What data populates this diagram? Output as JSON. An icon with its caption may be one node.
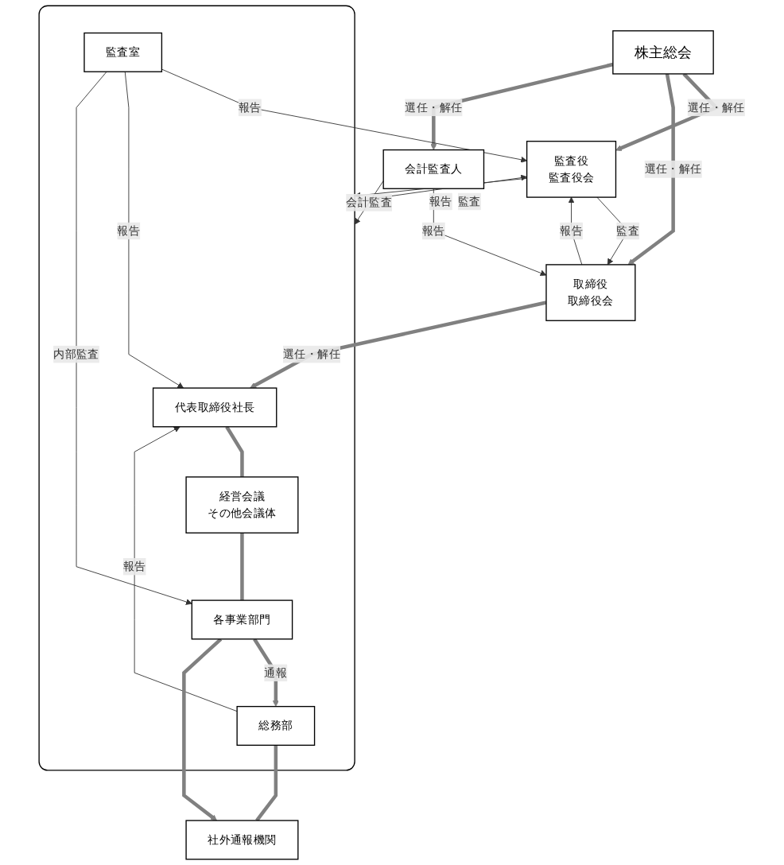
{
  "diagram": {
    "nodes": [
      {
        "text": [
          "株主総会"
        ]
      },
      {
        "text": [
          "監査役",
          "監査役会"
        ]
      },
      {
        "text": [
          "取締役",
          "取締役会"
        ]
      },
      {
        "text": [
          "会計監査人"
        ]
      },
      {
        "text": [],
        "shape": "box"
      },
      {
        "text": [
          "監査室"
        ],
        "in": 4
      },
      {
        "text": [
          "代表取締役社長"
        ],
        "in": 4
      },
      {
        "text": [
          "経営会議",
          "その他会議体"
        ],
        "in": 4
      },
      {
        "text": [
          "各事業部門"
        ],
        "in": 4
      },
      {
        "text": [
          "総務部"
        ],
        "in": 4
      },
      {
        "text": [
          "社外通報機関"
        ]
      }
    ],
    "edges": [
      {
        "from": 0,
        "to": 1,
        "arrow": "to",
        "label": "選任・解任",
        "style": "thick",
        "color": "#808080"
      },
      {
        "from": 0,
        "to": 2,
        "arrow": "to",
        "label": "選任・解任",
        "style": "thick",
        "color": "#808080"
      },
      {
        "from": 0,
        "to": 3,
        "arrow": "to",
        "label": "選任・解任",
        "style": "thick",
        "color": "#808080"
      },
      {
        "from": 2,
        "to": 1,
        "arrow": "to",
        "label": "報告"
      },
      {
        "from": 1,
        "to": 2,
        "arrow": "to",
        "label": "監査"
      },
      {
        "from": 3,
        "to": 2,
        "arrow": "to",
        "label": "報告"
      },
      {
        "from": 2,
        "to": 6,
        "arrow": "to",
        "label": "選任・解任",
        "style": "thick",
        "color": "#808080"
      },
      {
        "from": 3,
        "to": 4,
        "arrow": "to",
        "label": "会計監査"
      },
      {
        "from": 5,
        "to": 1,
        "arrow": "to",
        "label": "報告"
      },
      {
        "from": 4,
        "to": 1,
        "arrow": "to",
        "label": "報告"
      },
      {
        "from": 1,
        "to": 4,
        "arrow": "to",
        "label": "監査"
      },
      {
        "from": 5,
        "to": 6,
        "arrow": "to",
        "label": "報告"
      },
      {
        "from": 9,
        "to": 6,
        "arrow": "to",
        "label": "報告"
      },
      {
        "from": 6,
        "to": 7,
        "arrow": "none",
        "style": "thick",
        "color": "#808080"
      },
      {
        "from": 7,
        "to": 8,
        "arrow": "none",
        "style": "thick",
        "color": "#808080"
      },
      {
        "from": 5,
        "to": 8,
        "arrow": "to",
        "label": "内部監査"
      },
      {
        "from": 8,
        "to": 9,
        "arrow": "to",
        "label": "通報",
        "style": "thick",
        "color": "#808080"
      },
      {
        "from": 8,
        "to": 10,
        "arrow": "to",
        "style": "thick",
        "color": "#808080"
      },
      {
        "from": 9,
        "to": 10,
        "arrow": "none",
        "style": "thick",
        "color": "#808080"
      }
    ]
  }
}
